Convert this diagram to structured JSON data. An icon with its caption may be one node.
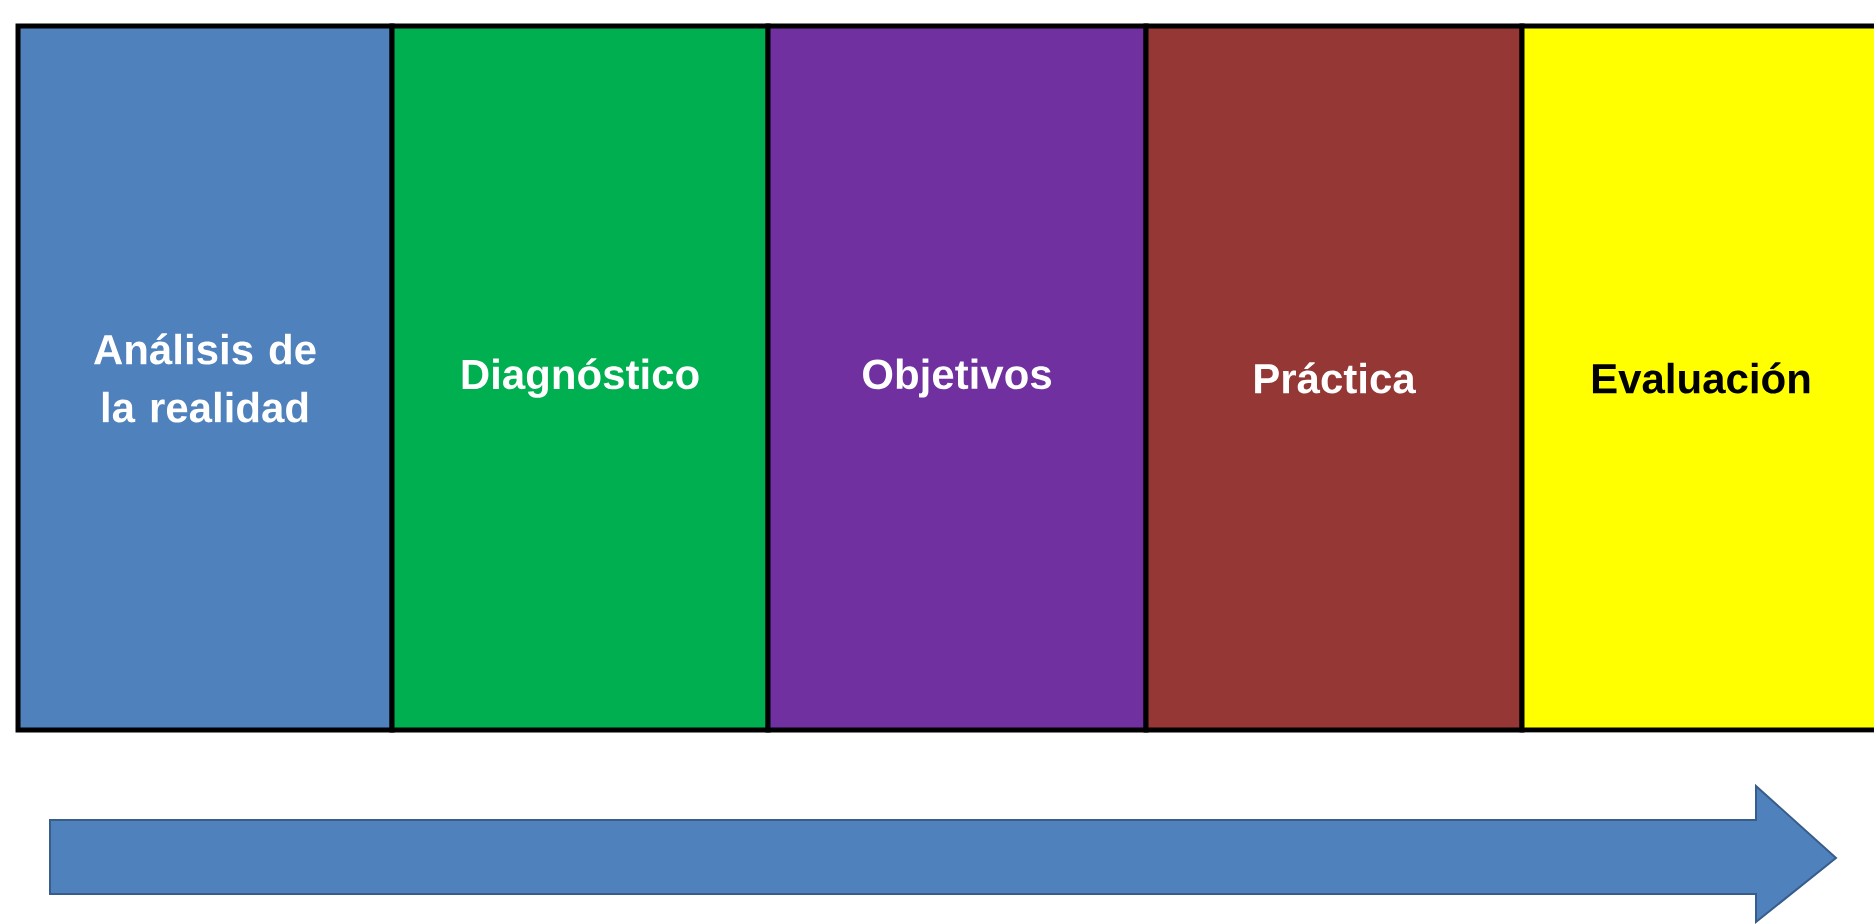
{
  "diagram": {
    "nodes": [
      {
        "text": [
          "Análisis de la realidad"
        ]
      },
      {
        "text": [
          "Diagnóstico"
        ]
      },
      {
        "text": [
          "Objetivos"
        ]
      },
      {
        "text": [
          "Práctica"
        ]
      },
      {
        "text": [
          "Evaluación"
        ]
      }
    ]
  }
}
